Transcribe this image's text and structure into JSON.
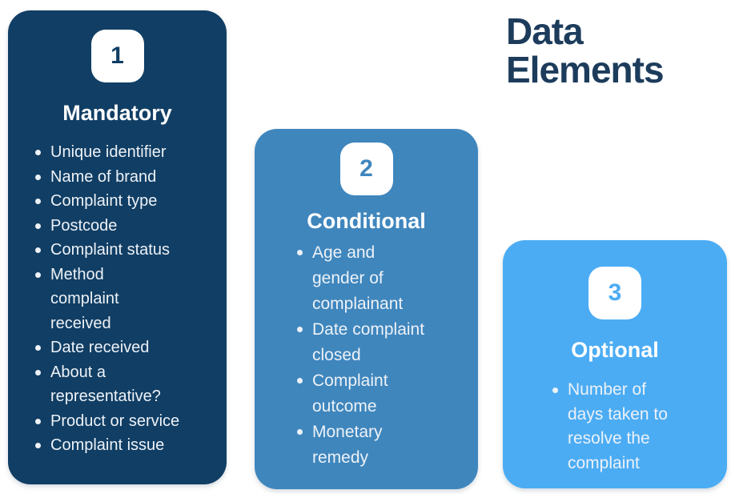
{
  "title": "Data Elements",
  "colors": {
    "background": "#ffffff",
    "title_text": "#1d3c5c",
    "card_mandatory": "#113e64",
    "card_conditional": "#3f86bd",
    "card_optional": "#4bacf4",
    "badge_background": "#ffffff",
    "card_body_text": "#edf2f7",
    "card_heading_text": "#ffffff"
  },
  "cards": [
    {
      "number": "1",
      "heading": "Mandatory",
      "items": [
        "Unique identifier",
        "Name of brand",
        "Complaint type",
        "Postcode",
        "Complaint status",
        "Method\ncomplaint\nreceived",
        "Date received",
        "About a\nrepresentative?",
        "Product or service",
        "Complaint issue"
      ]
    },
    {
      "number": "2",
      "heading": "Conditional",
      "items": [
        "Age and\ngender of\ncomplainant",
        "Date complaint\nclosed",
        "Complaint\noutcome",
        "Monetary\nremedy"
      ]
    },
    {
      "number": "3",
      "heading": "Optional",
      "items": [
        "Number of\ndays taken to\nresolve the\ncomplaint"
      ]
    }
  ]
}
